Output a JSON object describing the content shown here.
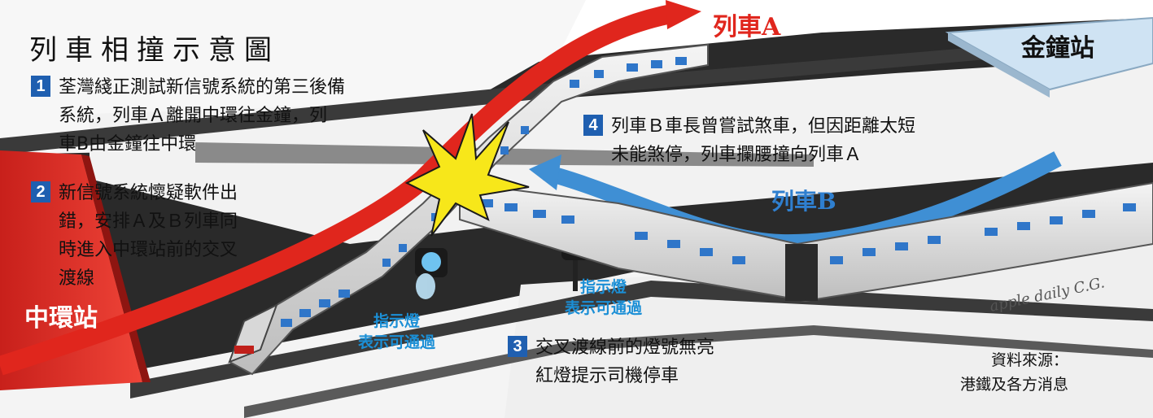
{
  "title": "列車相撞示意圖",
  "steps": [
    {
      "number": "1",
      "text": "荃灣綫正測試新信號系統的第三後備\n系統，列車Ａ離開中環往金鐘，列\n車B由金鐘往中環"
    },
    {
      "number": "2",
      "text": "新信號系統懷疑軟件出\n錯，安排Ａ及Ｂ列車同\n時進入中環站前的交叉\n渡線"
    },
    {
      "number": "3",
      "text": "交叉渡線前的燈號無亮\n紅燈提示司機停車"
    },
    {
      "number": "4",
      "text": "列車Ｂ車長曾嘗試煞車，但因距離太短\n未能煞停，列車攔腰撞向列車Ａ"
    }
  ],
  "stations": {
    "central": "中環站",
    "admiralty": "金鐘站"
  },
  "trains": {
    "a": "列車A",
    "b": "列車B"
  },
  "signals": [
    {
      "line1": "指示燈",
      "line2": "表示可通過"
    },
    {
      "line1": "指示燈",
      "line2": "表示可通過"
    }
  ],
  "source": "資料來源：\n港鐵及各方消息",
  "credit": "apple daily C.G.",
  "colors": {
    "train_a_arrow": "#e0261d",
    "train_b_arrow": "#3f8fd4",
    "step_badge": "#1f5fb0",
    "station_central": "#e03a2c",
    "platform_admiralty": "#cfe3f3",
    "collision": "#f7e71a"
  }
}
